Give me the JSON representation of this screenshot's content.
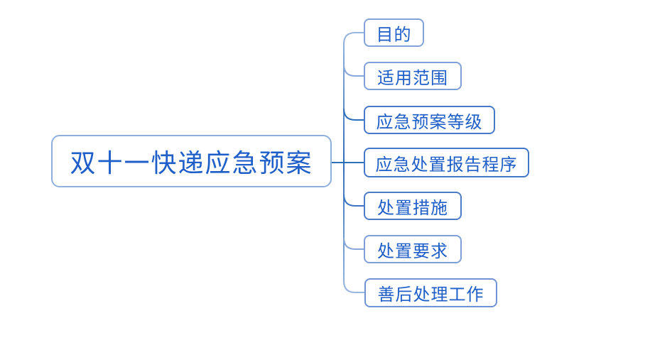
{
  "root": {
    "label": "双十一快递应急预案"
  },
  "children": [
    {
      "label": "目的"
    },
    {
      "label": "适用范围"
    },
    {
      "label": "应急预案等级"
    },
    {
      "label": "应急处置报告程序"
    },
    {
      "label": "处置措施"
    },
    {
      "label": "处置要求"
    },
    {
      "label": "善后处理工作"
    }
  ],
  "colors": {
    "background": "#FFFFFF",
    "node_text": "#1E5EC8",
    "root_border": "#8FAFDC",
    "child_border_light": "#7E9FD8",
    "child_border_dark": "#4377C9",
    "branch_dark": "#2E6FBA",
    "branch_light": "#88A7DA"
  }
}
